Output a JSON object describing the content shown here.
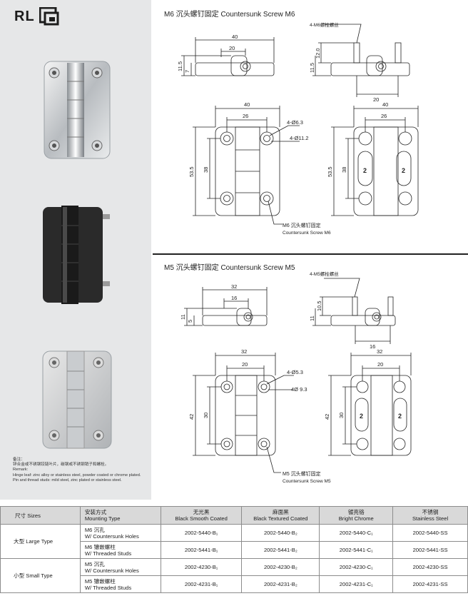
{
  "brand": {
    "logo_text": "RL"
  },
  "remarks": {
    "heading": "备注：",
    "cn": "锌合金或不锈钢铰链叶片，碳钢或不锈钢销子和螺栓。",
    "en_heading": "Remark:",
    "en_line1": "Hinge leaf: zinc alloy or stainless steel, powder coated or chrome plated.",
    "en_line2": "Pin and thread studs: mild steel, zinc plated or stainless steel."
  },
  "m6": {
    "title": "M6 沉头螺钉固定 Countersunk Screw M6",
    "side": {
      "w40": "40",
      "w20": "20",
      "h11_5": "11.5",
      "h7": "7"
    },
    "stud": {
      "label": "4-M6螺柱螺丝",
      "h12": "12.0",
      "h11_5": "11.5",
      "w20": "20"
    },
    "front": {
      "w40": "40",
      "w26": "26",
      "h53_5": "53.5",
      "h38": "38",
      "hole1": "4-Ø6.3",
      "hole2": "4-Ø11.2"
    },
    "back": {
      "w40": "40",
      "w26": "26",
      "h53_5": "53.5",
      "h38": "38",
      "mark": "2"
    },
    "callout_cn": "M6 沉头螺钉固定",
    "callout_en": "Countersunk Screw M6"
  },
  "m5": {
    "title": "M5 沉头螺钉固定 Countersunk Screw M5",
    "side": {
      "w32": "32",
      "w16": "16",
      "h11": "11",
      "h5": "5"
    },
    "stud": {
      "label": "4-M5螺柱螺丝",
      "h10_5": "10.5",
      "h11": "11",
      "w16": "16"
    },
    "front": {
      "w32": "32",
      "w20": "20",
      "h42": "42",
      "h30": "30",
      "hole1": "4-Ø5.3",
      "hole2": "4Ø 9.3"
    },
    "back": {
      "w32": "32",
      "w20": "20",
      "h42": "42",
      "h30": "30",
      "mark": "2"
    },
    "callout_cn": "M5 沉头螺钉固定",
    "callout_en": "Countersunk Screw M5"
  },
  "table": {
    "headers": [
      {
        "cn": "尺寸 Sizes",
        "en": ""
      },
      {
        "cn": "安装方式",
        "en": "Mounting Type"
      },
      {
        "cn": "无光黑",
        "en": "Black Smooth Coated"
      },
      {
        "cn": "麻面黑",
        "en": "Black Textured Coated"
      },
      {
        "cn": "镀亮铬",
        "en": "Bright Chrome"
      },
      {
        "cn": "不锈钢",
        "en": "Stainless Steel"
      }
    ],
    "groups": [
      {
        "size": "大型 Large Type",
        "rows": [
          {
            "mount_cn": "M6 沉孔",
            "mount_en": "W/ Countersunk Holes",
            "b1": "2002-5440-B₁",
            "b2": "2002-5440-B₂",
            "c1": "2002-5440-C₁",
            "ss": "2002-5440-SS"
          },
          {
            "mount_cn": "M6 镶嵌螺柱",
            "mount_en": "W/ Threaded Studs",
            "b1": "2002-5441-B₁",
            "b2": "2002-5441-B₂",
            "c1": "2002-5441-C₁",
            "ss": "2002-5441-SS"
          }
        ]
      },
      {
        "size": "小型 Small Type",
        "rows": [
          {
            "mount_cn": "M5 沉孔",
            "mount_en": "W/ Countersunk Holes",
            "b1": "2002-4230-B₁",
            "b2": "2002-4230-B₂",
            "c1": "2002-4230-C₁",
            "ss": "2002-4230-SS"
          },
          {
            "mount_cn": "M5 镶嵌螺柱",
            "mount_en": "W/ Threaded Studs",
            "b1": "2002-4231-B₁",
            "b2": "2002-4231-B₂",
            "c1": "2002-4231-C₁",
            "ss": "2002-4231-SS"
          }
        ]
      }
    ]
  }
}
